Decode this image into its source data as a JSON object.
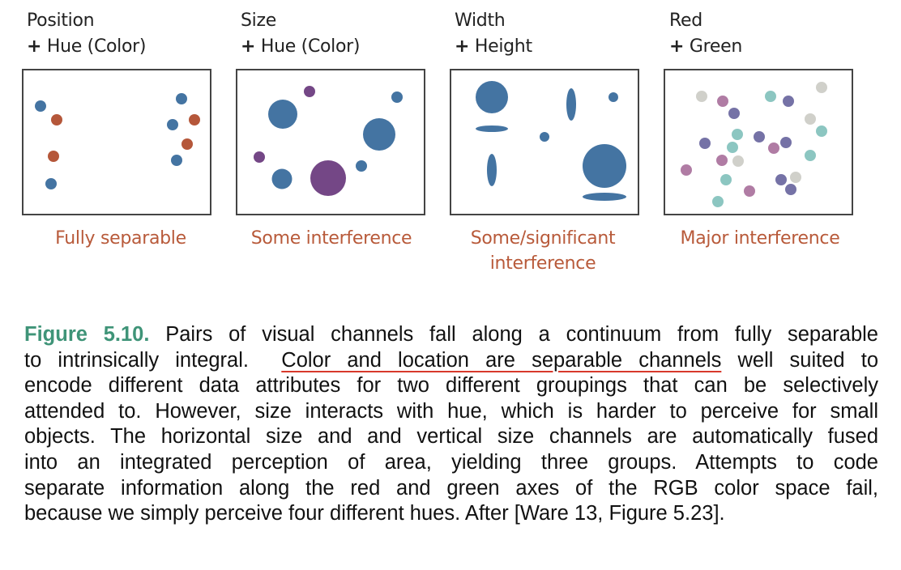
{
  "panels": [
    {
      "title": "Position",
      "subtitle": "Hue (Color)",
      "label": "Fully separable"
    },
    {
      "title": "Size",
      "subtitle": "Hue (Color)",
      "label": "Some interference"
    },
    {
      "title": "Width",
      "subtitle": "Height",
      "label_line1": "Some/significant",
      "label_line2": "interference"
    },
    {
      "title": "Red",
      "subtitle": "Green",
      "label": "Major interference"
    }
  ],
  "plus": "+",
  "caption": {
    "figure": "Figure 5.10.",
    "lines": [
      " Pairs of visual channels fall along a continuum from fully separable",
      "to intrinsically integral.",
      "Color and location are separable channels",
      " well suited to",
      "encode different data attributes for two different groupings that can be selectively",
      "attended to. However, size interacts with hue, which is harder to perceive for small",
      "objects. The horizontal size and and vertical size channels are automatically fused",
      "into an integrated perception of area, yielding three groups.  Attempts to code",
      "separate information along the red and green axes of the RGB color space fail,",
      "because we simply perceive four different hues. After [Ware 13, Figure 5.23]."
    ]
  },
  "colors": {
    "blue": "#4474a2",
    "orange": "#b5573a",
    "purple": "#744786",
    "teal": "#8cc6c1",
    "pink": "#b07ca4",
    "violet": "#7572a6",
    "gray": "#d0d0ca",
    "label": "#b85a3a",
    "figure": "#3f9478"
  }
}
